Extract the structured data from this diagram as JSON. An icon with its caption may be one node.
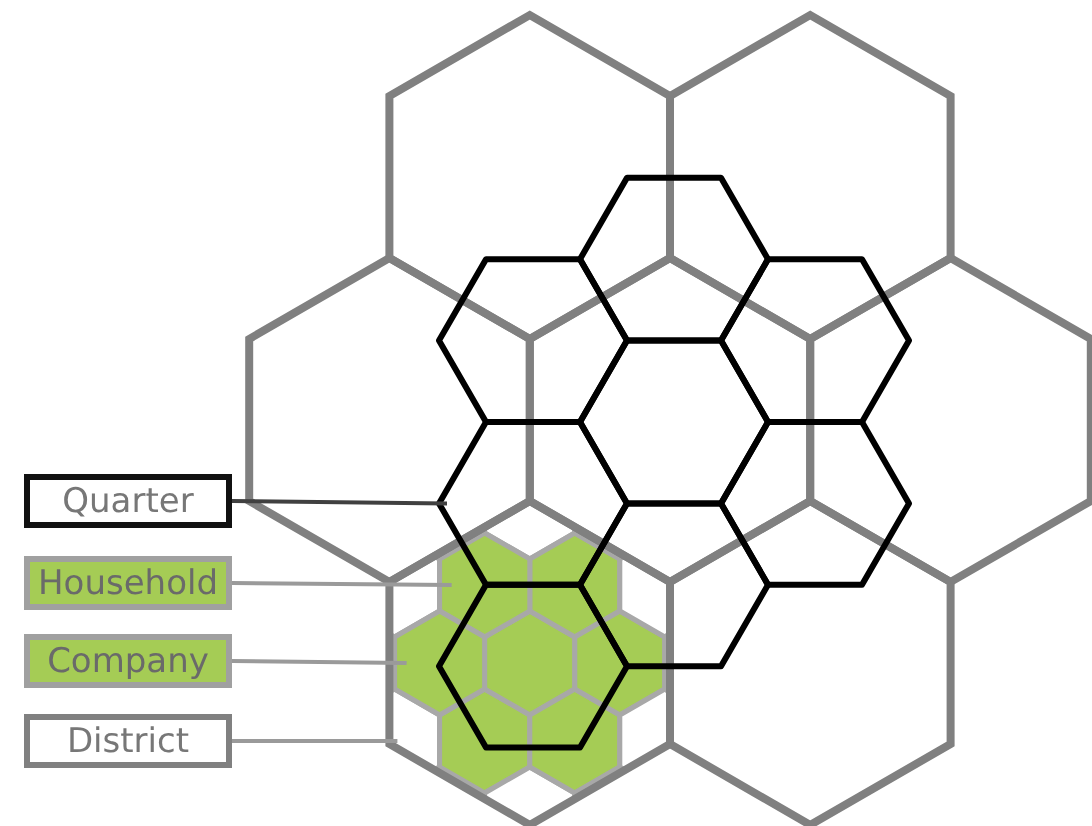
{
  "diagram": {
    "nodes": [
      {
        "text": [
          "Quarter"
        ]
      },
      {
        "text": [
          "Household"
        ]
      },
      {
        "text": [
          "Company"
        ]
      },
      {
        "text": [
          "District"
        ]
      },
      {
        "text": [],
        "shape": "hexagon"
      },
      {
        "text": [],
        "shape": "hexagon",
        "in": 7
      },
      {
        "text": [],
        "shape": "hexagon",
        "in": 7
      },
      {
        "text": [],
        "shape": "hexagon"
      }
    ],
    "edges": [
      {
        "from": 0,
        "to": 4,
        "arrow": "none",
        "color": "#404040"
      },
      {
        "from": 1,
        "to": 5,
        "arrow": "none"
      },
      {
        "from": 2,
        "to": 6,
        "arrow": "none"
      },
      {
        "from": 3,
        "to": 7,
        "arrow": "none"
      }
    ]
  }
}
